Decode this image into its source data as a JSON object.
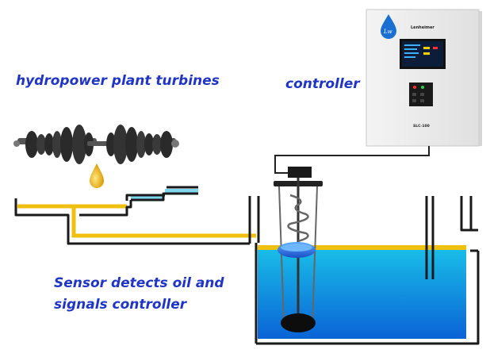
{
  "labels": {
    "turbines": "hydropower plant turbines",
    "controller": "controller",
    "sensor_line1": "Sensor detects oil and",
    "sensor_line2": "signals controller"
  },
  "controller_panel": {
    "logo": "Lw",
    "brand": "Lenheimer",
    "model": "SLC-100"
  },
  "colors": {
    "caption": "#1f35c7",
    "oil": "#f0c010",
    "water": "#18b8e6",
    "pipe": "#1a1a1a",
    "panel": "#ececec"
  }
}
